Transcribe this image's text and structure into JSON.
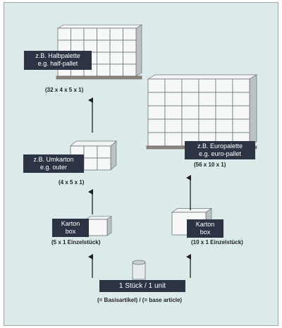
{
  "pallet_half": {
    "label_de": "z.B. Halbpalette",
    "label_en": "e.g. half-pallet",
    "count": "(32 x 4 x 5 x 1)"
  },
  "pallet_euro": {
    "label_de": "z.B. Europalette",
    "label_en": "e.g. euro-pallet",
    "count": "(56 x 10 x 1)"
  },
  "outer": {
    "label_de": "z.B. Umkarton",
    "label_en": "e.g. outer",
    "count": "(4 x 5 x 1)"
  },
  "box_left": {
    "label_de": "Karton",
    "label_en": "box",
    "count": "(5 x 1 Einzelstück)"
  },
  "box_right": {
    "label_de": "Karton",
    "label_en": "box",
    "count": "(10 x 1 Einzelstück)"
  },
  "unit": {
    "label": "1 Stück / 1 unit",
    "note": "(= Basisartikel) / (= base article)"
  },
  "colors": {
    "background": "#dcebea",
    "label_bg": "#2c3444",
    "label_text": "#ffffff",
    "arrow": "#1e1e1e"
  }
}
